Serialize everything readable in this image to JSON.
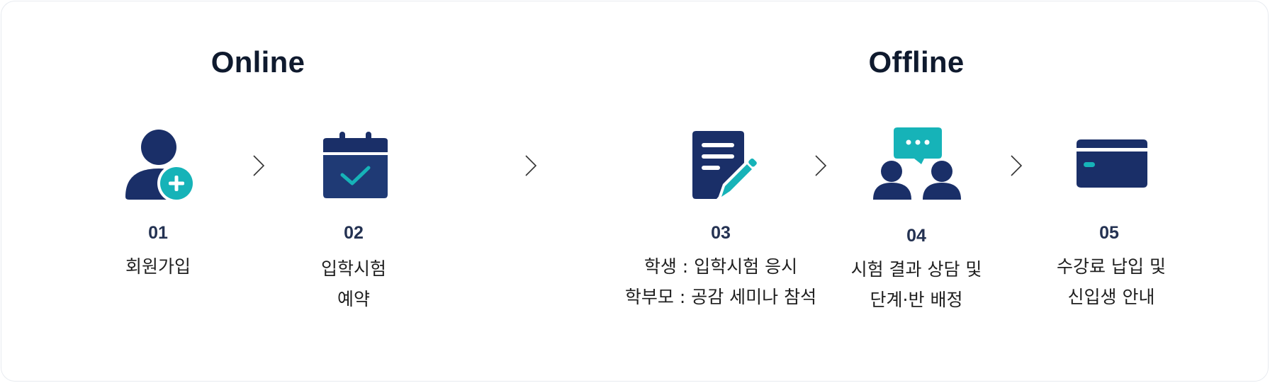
{
  "sections": {
    "online_title": "Online",
    "offline_title": "Offline"
  },
  "colors": {
    "navy": "#1a2f68",
    "teal": "#16b3b8"
  },
  "steps": [
    {
      "number": "01",
      "icon": "user-add-icon",
      "lines": [
        "회원가입"
      ]
    },
    {
      "number": "02",
      "icon": "calendar-check-icon",
      "lines": [
        "입학시험",
        "예약"
      ]
    },
    {
      "number": "03",
      "icon": "document-edit-icon",
      "lines": [
        "학생 : 입학시험 응시",
        "학부모 : 공감 세미나 참석"
      ]
    },
    {
      "number": "04",
      "icon": "consultation-icon",
      "lines": [
        "시험 결과 상담 및",
        "단계·반 배정"
      ]
    },
    {
      "number": "05",
      "icon": "card-icon",
      "lines": [
        "수강료 납입 및",
        "신입생 안내"
      ]
    }
  ]
}
